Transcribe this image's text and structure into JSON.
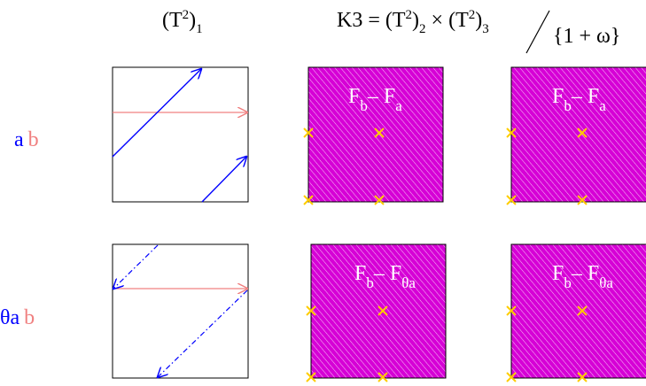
{
  "header": {
    "col1": {
      "base": "(T",
      "sup": "2",
      "close": ")",
      "sub": "1"
    },
    "col2": {
      "prefix": "K3 = ",
      "factor_a": {
        "base": "(T",
        "sup": "2",
        "close": ")",
        "sub": "2"
      },
      "times": " × ",
      "factor_b": {
        "base": "(T",
        "sup": "2",
        "close": ")",
        "sub": "3"
      },
      "quotient": "{1 + ω}"
    }
  },
  "rows": [
    {
      "label_a": "a",
      "label_b": "b",
      "panel1_line_style": "solid",
      "panel_text": {
        "f1": "F",
        "s1": "b",
        "dash": "– ",
        "f2": "F",
        "s2": "a"
      }
    },
    {
      "label_a": "θa",
      "label_b": "b",
      "panel1_line_style": "dash-dot",
      "panel_text": {
        "f1": "F",
        "s1": "b",
        "dash": "– ",
        "f2": "F",
        "s2": "θa"
      }
    }
  ],
  "colors": {
    "fill": "#d600d6",
    "hatch": "#ffffff",
    "border": "#000000",
    "cross": "#ffcc00",
    "blue": "#0000ff",
    "salmon": "#f08080",
    "panel_text": "#ffffff",
    "text": "#000000"
  },
  "icons": {
    "fixed_point": "cross-icon"
  }
}
